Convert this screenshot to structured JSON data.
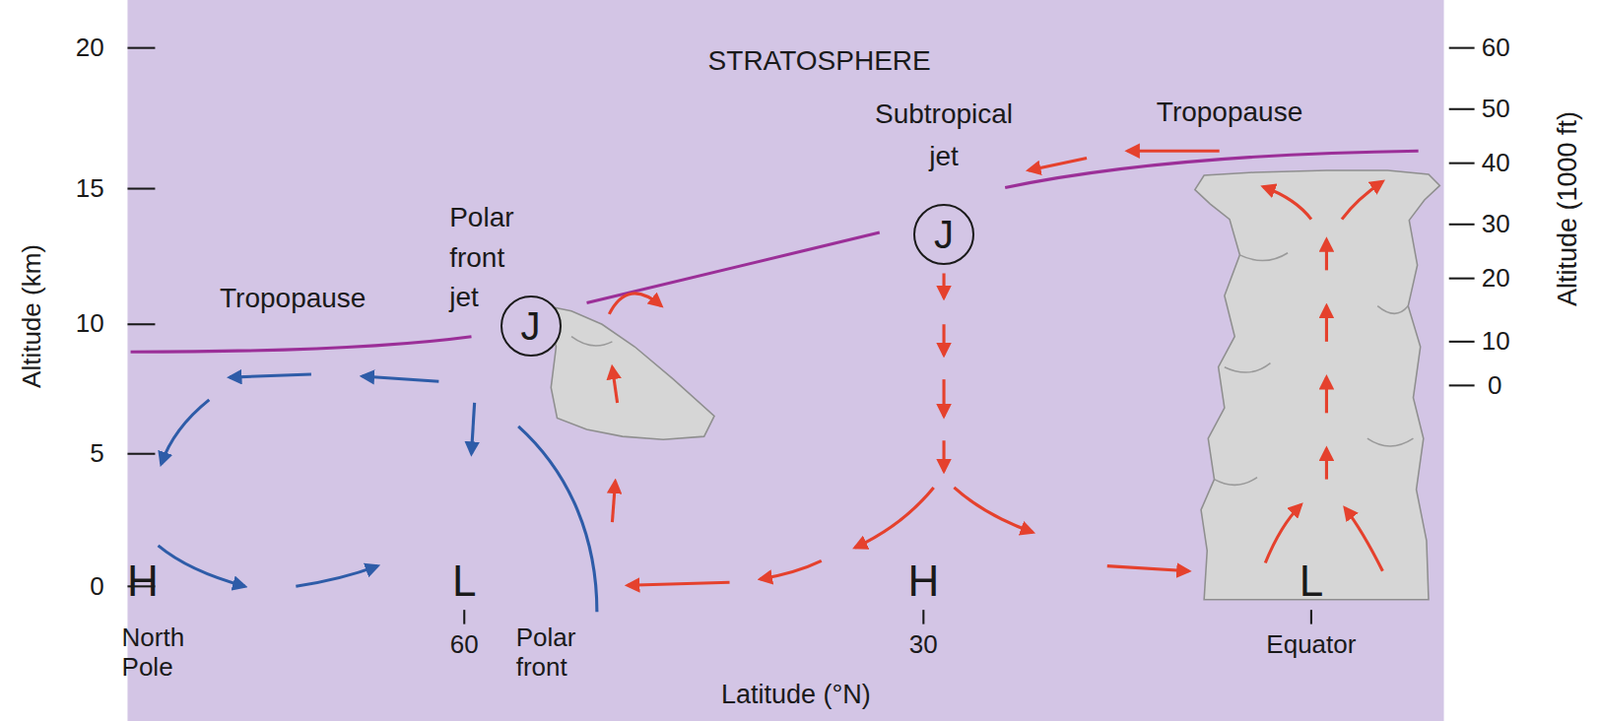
{
  "diagram": {
    "nodes": [
      {
        "text": [
          "J"
        ]
      },
      {
        "text": [
          "J"
        ]
      }
    ],
    "labels": [
      "STRATOSPHERE",
      "Tropopause",
      "Tropopause",
      "Subtropical jet",
      "Polar front jet",
      "H",
      "L",
      "H",
      "L",
      "20",
      "15",
      "10",
      "5",
      "0",
      "Altitude (km)",
      "60",
      "50",
      "40",
      "30",
      "20",
      "10",
      "0",
      "Altitude (1000 ft)",
      "North Pole",
      "60",
      "Polar front",
      "30",
      "Equator",
      "Latitude (°N)"
    ]
  }
}
